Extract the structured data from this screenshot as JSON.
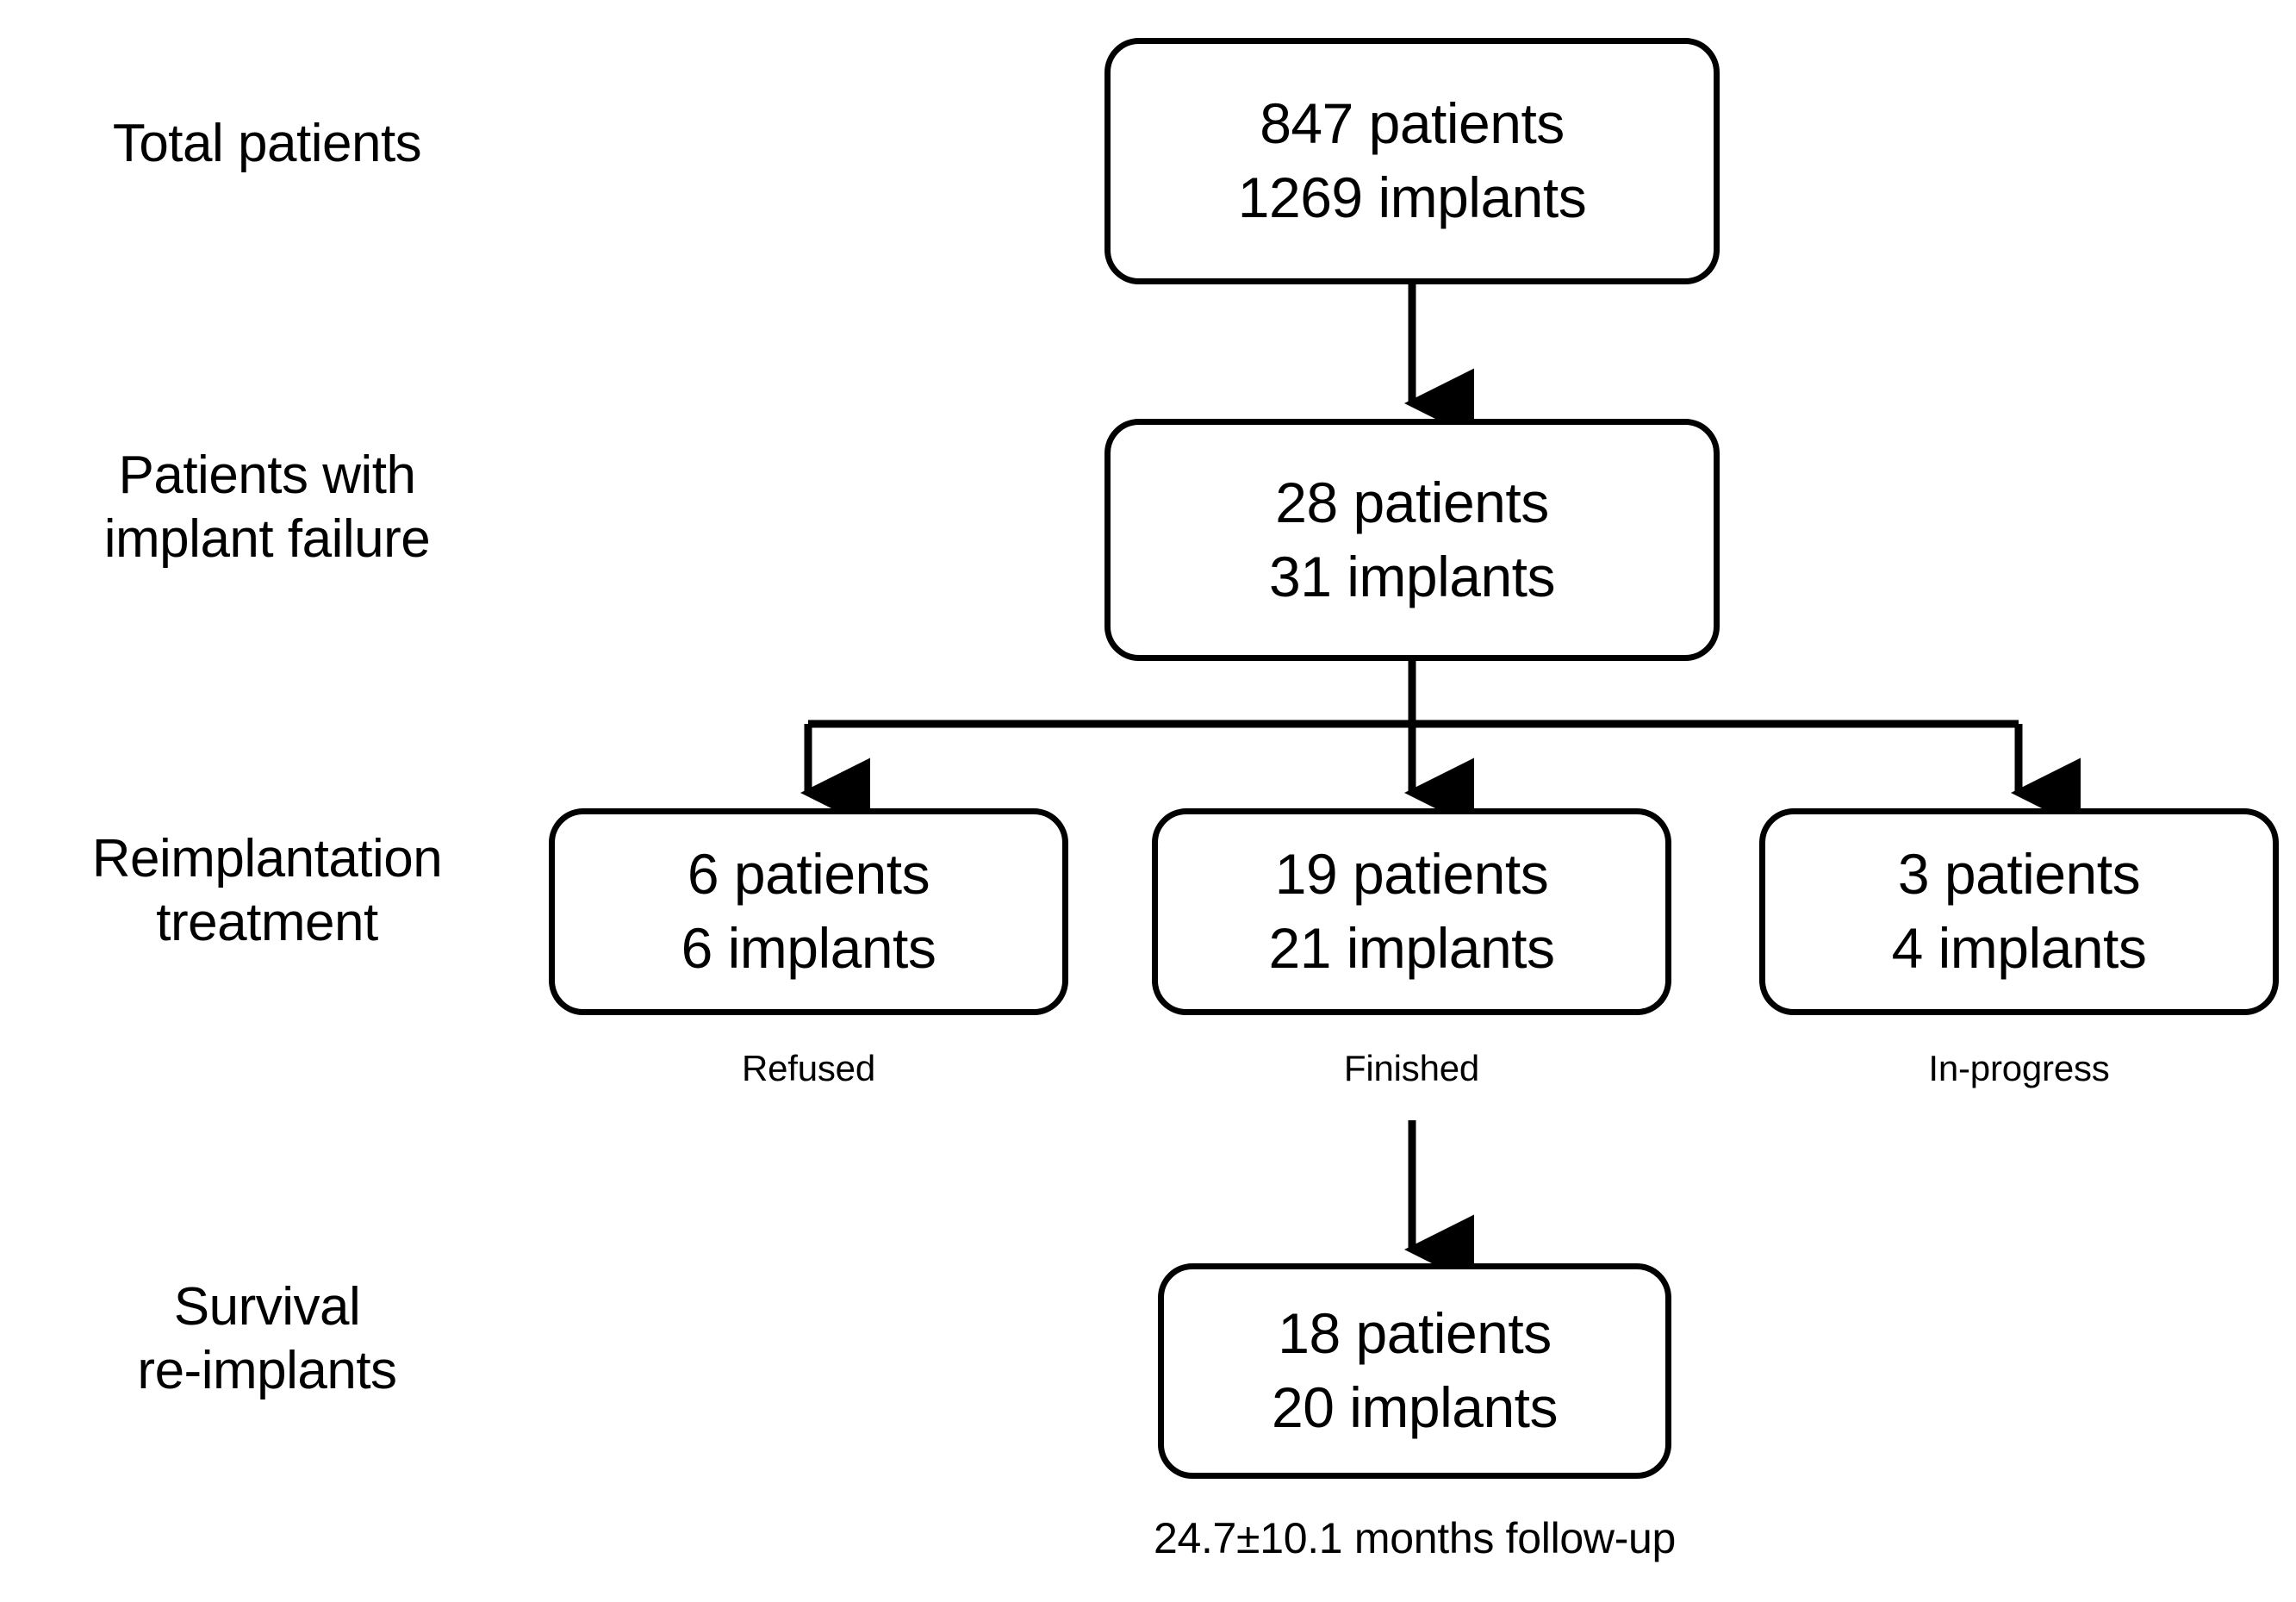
{
  "figure": {
    "type": "flowchart",
    "orientation": "top-down",
    "background_color": "#ffffff",
    "line_color": "#000000",
    "text_color": "#000000"
  },
  "row_labels": [
    {
      "id": "total-patients",
      "text": "Total patients"
    },
    {
      "id": "patients-with-failure",
      "text": "Patients with\nimplant failure"
    },
    {
      "id": "reimplantation",
      "text": "Reimplantation\ntreatment"
    },
    {
      "id": "survival",
      "text": "Survival\nre-implants"
    }
  ],
  "nodes": {
    "total": {
      "patients_line": "847 patients",
      "implants_line": "1269 implants",
      "patients": 847,
      "implants": 1269
    },
    "failure": {
      "patients_line": "28 patients",
      "implants_line": "31 implants",
      "patients": 28,
      "implants": 31
    },
    "refused": {
      "patients_line": "6 patients",
      "implants_line": "6 implants",
      "patients": 6,
      "implants": 6,
      "caption": "Refused"
    },
    "finished": {
      "patients_line": "19 patients",
      "implants_line": "21 implants",
      "patients": 19,
      "implants": 21,
      "caption": "Finished"
    },
    "in_progress": {
      "patients_line": "3 patients",
      "implants_line": "4 implants",
      "patients": 3,
      "implants": 4,
      "caption": "In-progress"
    },
    "survival": {
      "patients_line": "18 patients",
      "implants_line": "20 implants",
      "patients": 18,
      "implants": 20
    }
  },
  "footnote": {
    "text": "24.7±10.1 months follow-up",
    "mean_months": 24.7,
    "sd_months": 10.1
  }
}
